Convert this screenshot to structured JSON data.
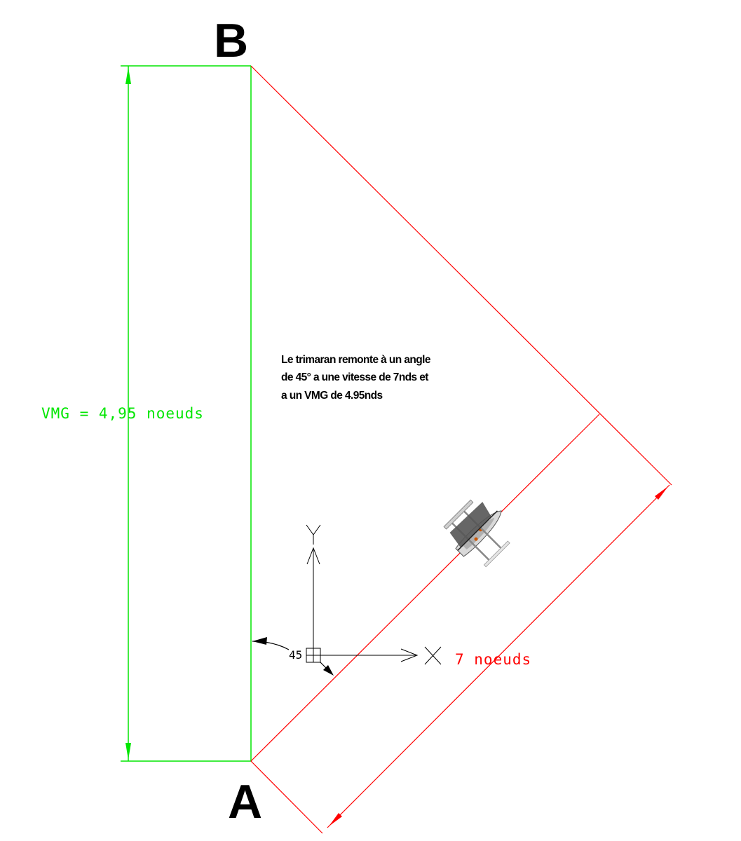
{
  "points": {
    "b": "B",
    "a": "A"
  },
  "labels": {
    "vmg": "VMG = 4,95 noeuds",
    "speed": "7 noeuds",
    "angle": "45"
  },
  "note_lines": [
    "Le trimaran remonte à un angle",
    "de 45° a une vitesse de 7nds et",
    "a un VMG de 4.95nds"
  ],
  "axes": {
    "x": "X",
    "y": "Y"
  },
  "colors": {
    "vmg": "#00e600",
    "speed": "#ff0000",
    "ink": "#000000"
  }
}
